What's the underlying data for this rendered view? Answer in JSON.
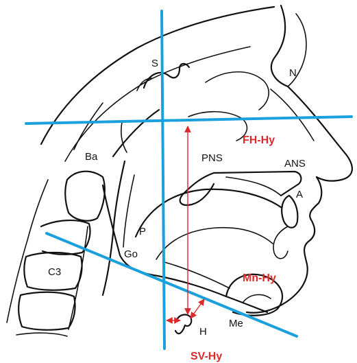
{
  "colors": {
    "reference_line": "#1aa0dc",
    "measurement": "#d92b2b",
    "anatomy": "#111111",
    "landmark_text": "#111111"
  },
  "landmarks": {
    "S": "S",
    "N": "N",
    "Ba": "Ba",
    "PNS": "PNS",
    "ANS": "ANS",
    "A": "A",
    "P": "P",
    "Go": "Go",
    "C3": "C3",
    "Me": "Me",
    "H": "H"
  },
  "measurements": {
    "fh_hy": "FH-Hy",
    "mn_hy": "Mn-Hy",
    "sv_hy": "SV-Hy"
  }
}
